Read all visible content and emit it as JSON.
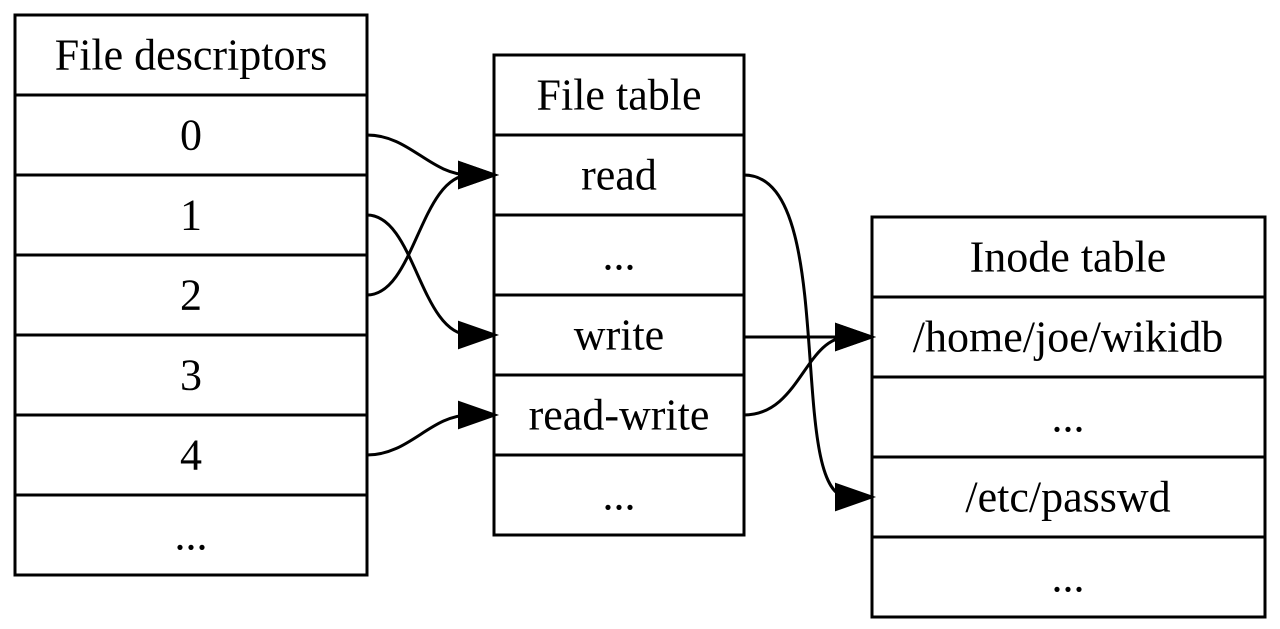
{
  "tables": [
    {
      "id": "fd",
      "header": "File descriptors",
      "rows": [
        "0",
        "1",
        "2",
        "3",
        "4",
        "..."
      ]
    },
    {
      "id": "file",
      "header": "File table",
      "rows": [
        "read",
        "...",
        "write",
        "read-write",
        "..."
      ]
    },
    {
      "id": "inode",
      "header": "Inode table",
      "rows": [
        "/home/joe/wikidb",
        "...",
        "/etc/passwd",
        "..."
      ]
    }
  ],
  "edges": [
    {
      "from": "fd.0",
      "to": "file.0"
    },
    {
      "from": "fd.1",
      "to": "file.2"
    },
    {
      "from": "fd.2",
      "to": "file.0"
    },
    {
      "from": "fd.4",
      "to": "file.3"
    },
    {
      "from": "file.0",
      "to": "inode.2"
    },
    {
      "from": "file.2",
      "to": "inode.0"
    },
    {
      "from": "file.3",
      "to": "inode.0"
    }
  ],
  "colors": {
    "stroke": "#000000",
    "background": "#ffffff"
  }
}
